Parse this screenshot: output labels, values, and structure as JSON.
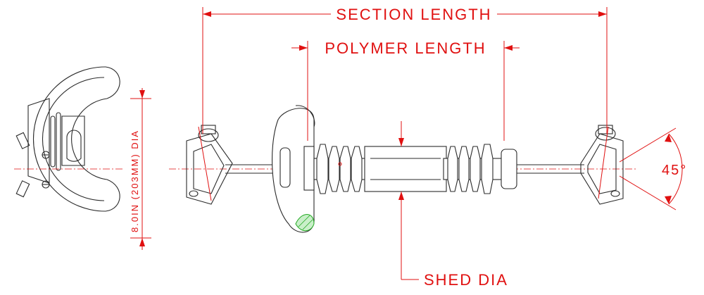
{
  "labels": {
    "section_length": "SECTION LENGTH",
    "polymer_length": "POLYMER LENGTH",
    "shed_dia": "SHED DIA",
    "angle": "45°",
    "ring_dia": "8.0IN (203MM) DIA"
  },
  "colors": {
    "dimension": "#e01010",
    "outline": "#2a2a2a",
    "hatch": "#22aa22",
    "background": "#ffffff"
  }
}
